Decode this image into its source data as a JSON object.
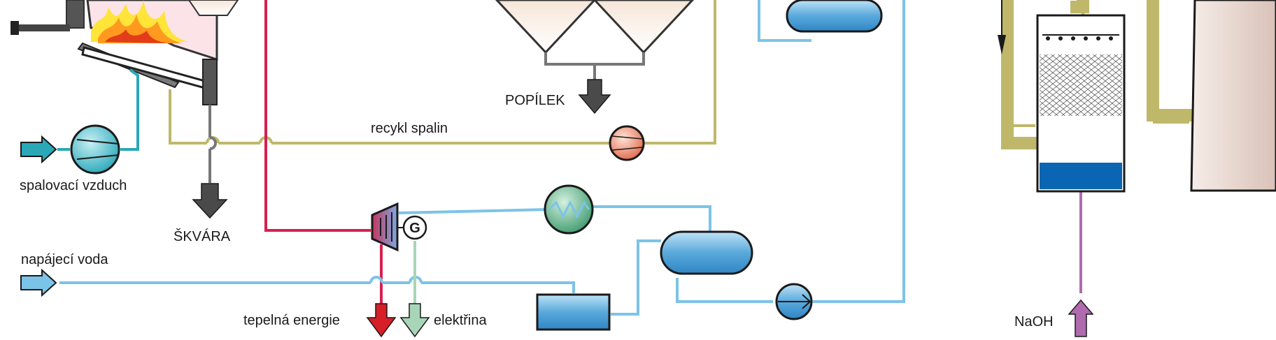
{
  "labels": {
    "combustion_air": "spalovací vzduch",
    "slag": "ŠKVÁRA",
    "feed_water": "napájecí voda",
    "heat_energy": "tepelná energie",
    "electricity": "elektřina",
    "fly_ash": "POPÍLEK",
    "flue_gas_recirculation": "recykl spalin",
    "naoh": "NaOH",
    "generator_symbol": "G"
  },
  "colors": {
    "steam": "#d6204f",
    "water": "#7cc3e8",
    "flue_gas": "#bfb86a",
    "air": "#2aa8b8",
    "slag": "#777777",
    "electric": "#a8d5b8",
    "naoh": "#b06aae",
    "arrow_dark": "#4a4a4a",
    "vessel_blue": "#5aa9dc",
    "chimney": "#ead8d0"
  }
}
